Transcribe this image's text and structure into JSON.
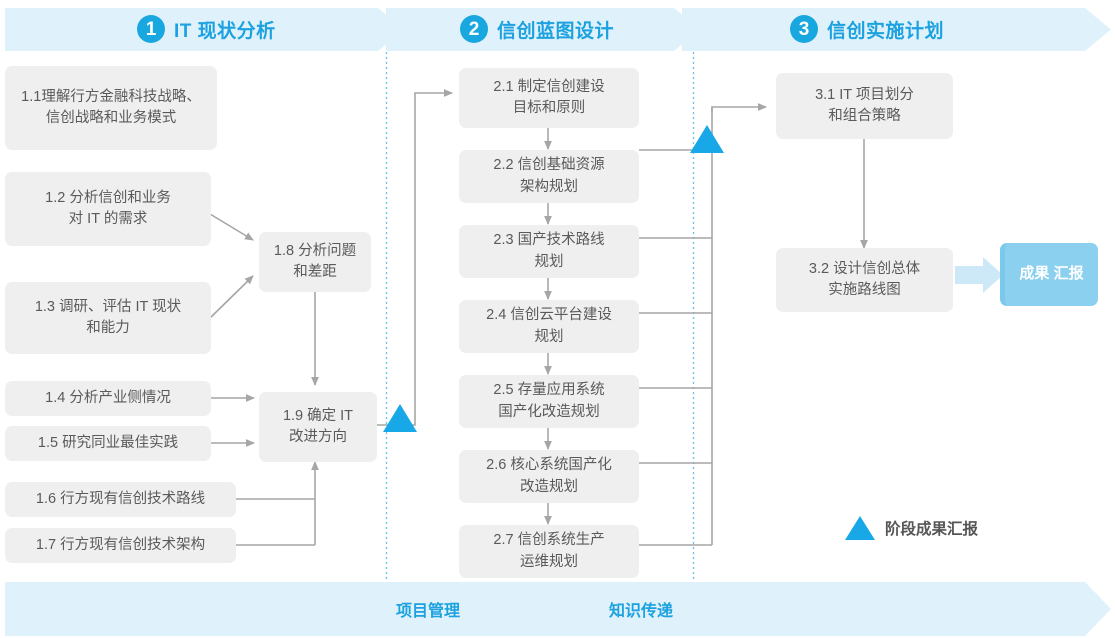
{
  "phases": [
    {
      "num": "1",
      "title": "IT 现状分析"
    },
    {
      "num": "2",
      "title": "信创蓝图设计"
    },
    {
      "num": "3",
      "title": "信创实施计划"
    }
  ],
  "phase1_boxes": [
    {
      "id": "1.1",
      "lines": [
        "1.1理解行方金融科技战略、",
        "信创战略和业务模式"
      ]
    },
    {
      "id": "1.2",
      "lines": [
        "1.2 分析信创和业务",
        "对 IT 的需求"
      ]
    },
    {
      "id": "1.3",
      "lines": [
        "1.3 调研、评估 IT 现状",
        "和能力"
      ]
    },
    {
      "id": "1.4",
      "lines": [
        "1.4 分析产业侧情况"
      ]
    },
    {
      "id": "1.5",
      "lines": [
        "1.5 研究同业最佳实践"
      ]
    },
    {
      "id": "1.6",
      "lines": [
        "1.6 行方现有信创技术路线"
      ]
    },
    {
      "id": "1.7",
      "lines": [
        "1.7 行方现有信创技术架构"
      ]
    },
    {
      "id": "1.8",
      "lines": [
        "1.8 分析问题",
        "和差距"
      ]
    },
    {
      "id": "1.9",
      "lines": [
        "1.9 确定 IT",
        "改进方向"
      ]
    }
  ],
  "phase2_boxes": [
    {
      "id": "2.1",
      "lines": [
        "2.1 制定信创建设",
        "目标和原则"
      ]
    },
    {
      "id": "2.2",
      "lines": [
        "2.2 信创基础资源",
        "架构规划"
      ]
    },
    {
      "id": "2.3",
      "lines": [
        "2.3 国产技术路线",
        "规划"
      ]
    },
    {
      "id": "2.4",
      "lines": [
        "2.4 信创云平台建设",
        "规划"
      ]
    },
    {
      "id": "2.5",
      "lines": [
        "2.5 存量应用系统",
        "国产化改造规划"
      ]
    },
    {
      "id": "2.6",
      "lines": [
        "2.6 核心系统国产化",
        "改造规划"
      ]
    },
    {
      "id": "2.7",
      "lines": [
        "2.7 信创系统生产",
        "运维规划"
      ]
    }
  ],
  "phase3_boxes": [
    {
      "id": "3.1",
      "lines": [
        "3.1 IT 项目划分",
        "和组合策略"
      ]
    },
    {
      "id": "3.2",
      "lines": [
        "3.2 设计信创总体",
        "实施路线图"
      ]
    }
  ],
  "result": {
    "lines": [
      "成果",
      "汇报"
    ]
  },
  "legend": {
    "label": "阶段成果汇报",
    "marker": "milestone-triangle"
  },
  "footer": {
    "labels": [
      "项目管理",
      "知识传递"
    ]
  },
  "colors": {
    "accent_blue": "#1CA2E0",
    "circle_blue": "#19A7E0",
    "triangle_blue": "#18A8E8",
    "band_fill": "#DFF1FB",
    "box_fill": "#EFEFEF",
    "box_text": "#5A5A5A",
    "result_fill": "#8CD0F0",
    "connector": "#A6A6A6",
    "divider": "#6FC4E8"
  }
}
